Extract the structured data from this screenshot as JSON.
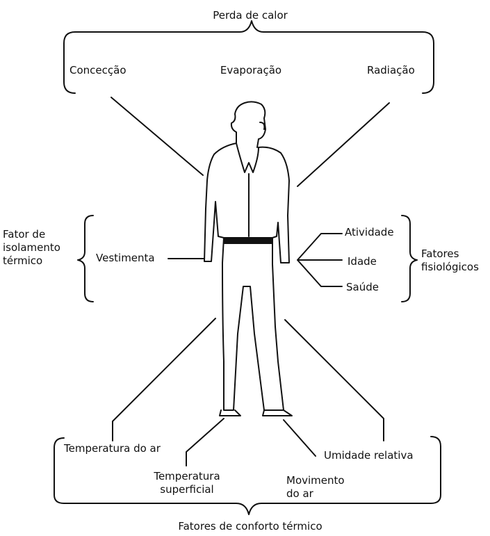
{
  "heat_loss": {
    "title": "Perda de calor",
    "convection": "Concecção",
    "evaporation": "Evaporação",
    "radiation": "Radiação"
  },
  "insulation": {
    "group_line1": "Fator de",
    "group_line2": "isolamento",
    "group_line3": "térmico",
    "clothing": "Vestimenta"
  },
  "physiological": {
    "activity": "Atividade",
    "age": "Idade",
    "health": "Saúde",
    "group_line1": "Fatores",
    "group_line2": "fisiológicos"
  },
  "comfort": {
    "air_temperature": "Temperatura do ar",
    "surface_temperature_line1": "Temperatura",
    "surface_temperature_line2": "superficial",
    "air_movement_line1": "Movimento",
    "air_movement_line2": "do ar",
    "relative_humidity": "Umidade relativa",
    "title": "Fatores de conforto térmico"
  },
  "colors": {
    "ink": "#111111",
    "background": "#ffffff"
  }
}
